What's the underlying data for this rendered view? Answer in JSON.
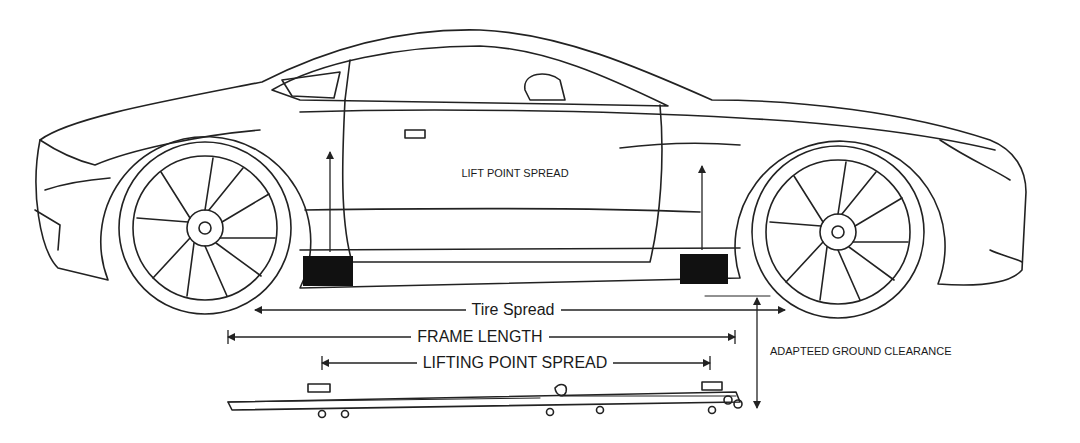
{
  "diagram": {
    "labels": [
      "LIFT POINT SPREAD",
      "Tire Spread",
      "FRAME LENGTH",
      "LIFTING POINT SPREAD",
      "ADAPTEED GROUND CLEARANCE"
    ]
  }
}
